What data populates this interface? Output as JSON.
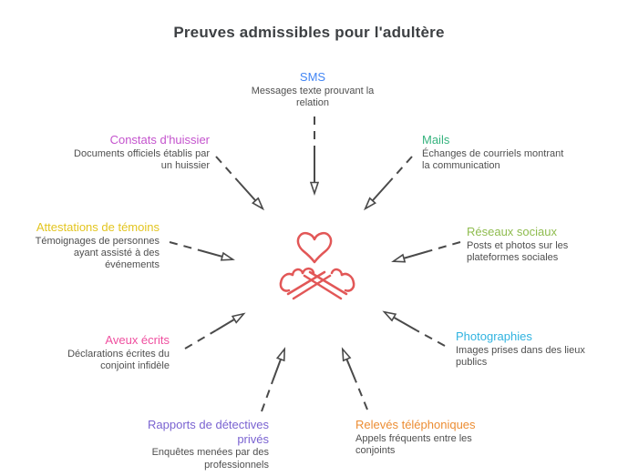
{
  "title": "Preuves admissibles pour l'adultère",
  "center": {
    "icon": "heart-crossed-fingers-icon",
    "icon_color": "#e25757"
  },
  "arrow_color": "#4a4a4a",
  "items": [
    {
      "id": "sms",
      "label": "SMS",
      "description": "Messages texte prouvant la relation",
      "color": "#4285f4"
    },
    {
      "id": "mails",
      "label": "Mails",
      "description": "Échanges de courriels montrant la communication",
      "color": "#36b37e"
    },
    {
      "id": "reseaux-sociaux",
      "label": "Réseaux sociaux",
      "description": "Posts et photos sur les plateformes sociales",
      "color": "#8fbc4f"
    },
    {
      "id": "photographies",
      "label": "Photographies",
      "description": "Images prises dans des lieux publics",
      "color": "#30b3e0"
    },
    {
      "id": "releves-telephoniques",
      "label": "Relevés téléphoniques",
      "description": "Appels fréquents entre les conjoints",
      "color": "#ec8d33"
    },
    {
      "id": "rapports-detectives",
      "label": "Rapports de détectives privés",
      "description": "Enquêtes menées par des professionnels",
      "color": "#7a63d1"
    },
    {
      "id": "aveux-ecrits",
      "label": "Aveux écrits",
      "description": "Déclarations écrites du conjoint infidèle",
      "color": "#ef4f9f"
    },
    {
      "id": "attestations-temoins",
      "label": "Attestations de témoins",
      "description": "Témoignages de personnes ayant assisté à des événements",
      "color": "#e3c520"
    },
    {
      "id": "constats-huissier",
      "label": "Constats d'huissier",
      "description": "Documents officiels établis par un huissier",
      "color": "#c453cd"
    }
  ]
}
